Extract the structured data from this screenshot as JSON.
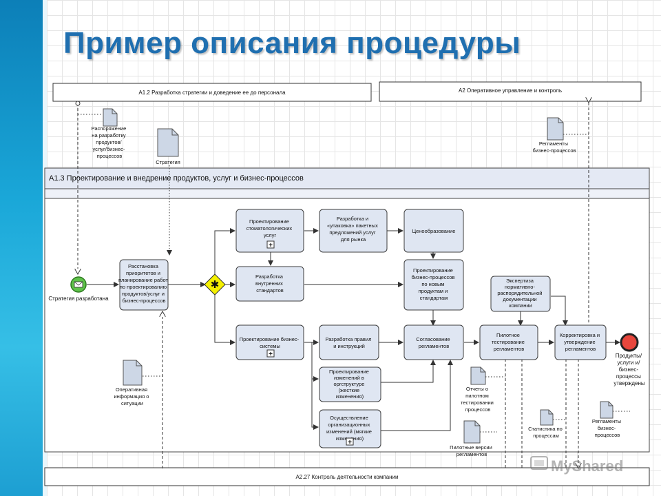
{
  "slide_title": "Пример описания процедуры",
  "top_bars": {
    "left": "А1.2 Разработка стратегии и доведение ее до персонала",
    "right": "А2 Оперативное управление и контроль"
  },
  "bottom_bar": "А2.27 Контроль деятельности компании",
  "pool_title": "А1.3 Проектирование и внедрение продуктов, услуг и бизнес-процессов",
  "events": {
    "start_label": "Стратегия разработана",
    "end_label": [
      "Продукты/",
      "услуги и/",
      "бизнес-",
      "процессы",
      "утверждены"
    ]
  },
  "tasks": {
    "t1": [
      "Расстановка",
      "приоритетов и",
      "планирование работ",
      "по проектированию",
      "продуктов/услуг и",
      "бизнес-процессов"
    ],
    "t2": [
      "Проектирование",
      "стоматологических",
      "услуг"
    ],
    "t3": [
      "Разработка",
      "внутренних",
      "стандартов"
    ],
    "t4": [
      "Проектирование бизнес-",
      "системы"
    ],
    "t5": [
      "Разработка и",
      "«упаковка» пакетных",
      "предложений услуг",
      "для рынка"
    ],
    "t6": [
      "Ценообразование"
    ],
    "t7": [
      "Проектирование",
      "бизнес-процессов",
      "по новым",
      "продуктам и",
      "стандартам"
    ],
    "t8": [
      "Разработка правил",
      "и инструкций"
    ],
    "t9": [
      "Согласование",
      "регламентов"
    ],
    "t10": [
      "Проектирование",
      "изменений в",
      "оргструктуре",
      "(жесткие",
      "изменения)"
    ],
    "t11": [
      "Осуществление",
      "организационных",
      "изменений (мягкие",
      "изменения)"
    ],
    "t12": [
      "Экспертиза",
      "нормативно-",
      "распорядительной",
      "документации",
      "компании"
    ],
    "t13": [
      "Пилотное",
      "тестирование",
      "регламентов"
    ],
    "t14": [
      "Корректировка и",
      "утверждение",
      "регламентов"
    ]
  },
  "documents": {
    "d1": [
      "Распоряжение",
      "на разработку",
      "продуктов/",
      "услуг/бизнес-",
      "процессов"
    ],
    "d2": [
      "Стратегия"
    ],
    "d3": [
      "Регламенты",
      "бизнес-процессов"
    ],
    "d4": [
      "Оперативная",
      "информация о",
      "ситуации"
    ],
    "d5": [
      "Отчеты о",
      "пилотном",
      "тестировании",
      "процессов"
    ],
    "d6": [
      "Пилотные версии",
      "регламентов"
    ],
    "d7": [
      "Статистика по",
      "процессам"
    ],
    "d8": [
      "Регламенты",
      "бизнес-",
      "процессов"
    ]
  },
  "watermark": "MyShared",
  "colors": {
    "title": "#1f6fb0",
    "task_fill": "#dfe6f2",
    "task_border": "#3c3c3c",
    "start_event": "#5fc24a",
    "end_event": "#e8463c",
    "gateway": "#f4f000",
    "pool_header": "#e4e9f4",
    "side_band": "#1aa7d8"
  }
}
